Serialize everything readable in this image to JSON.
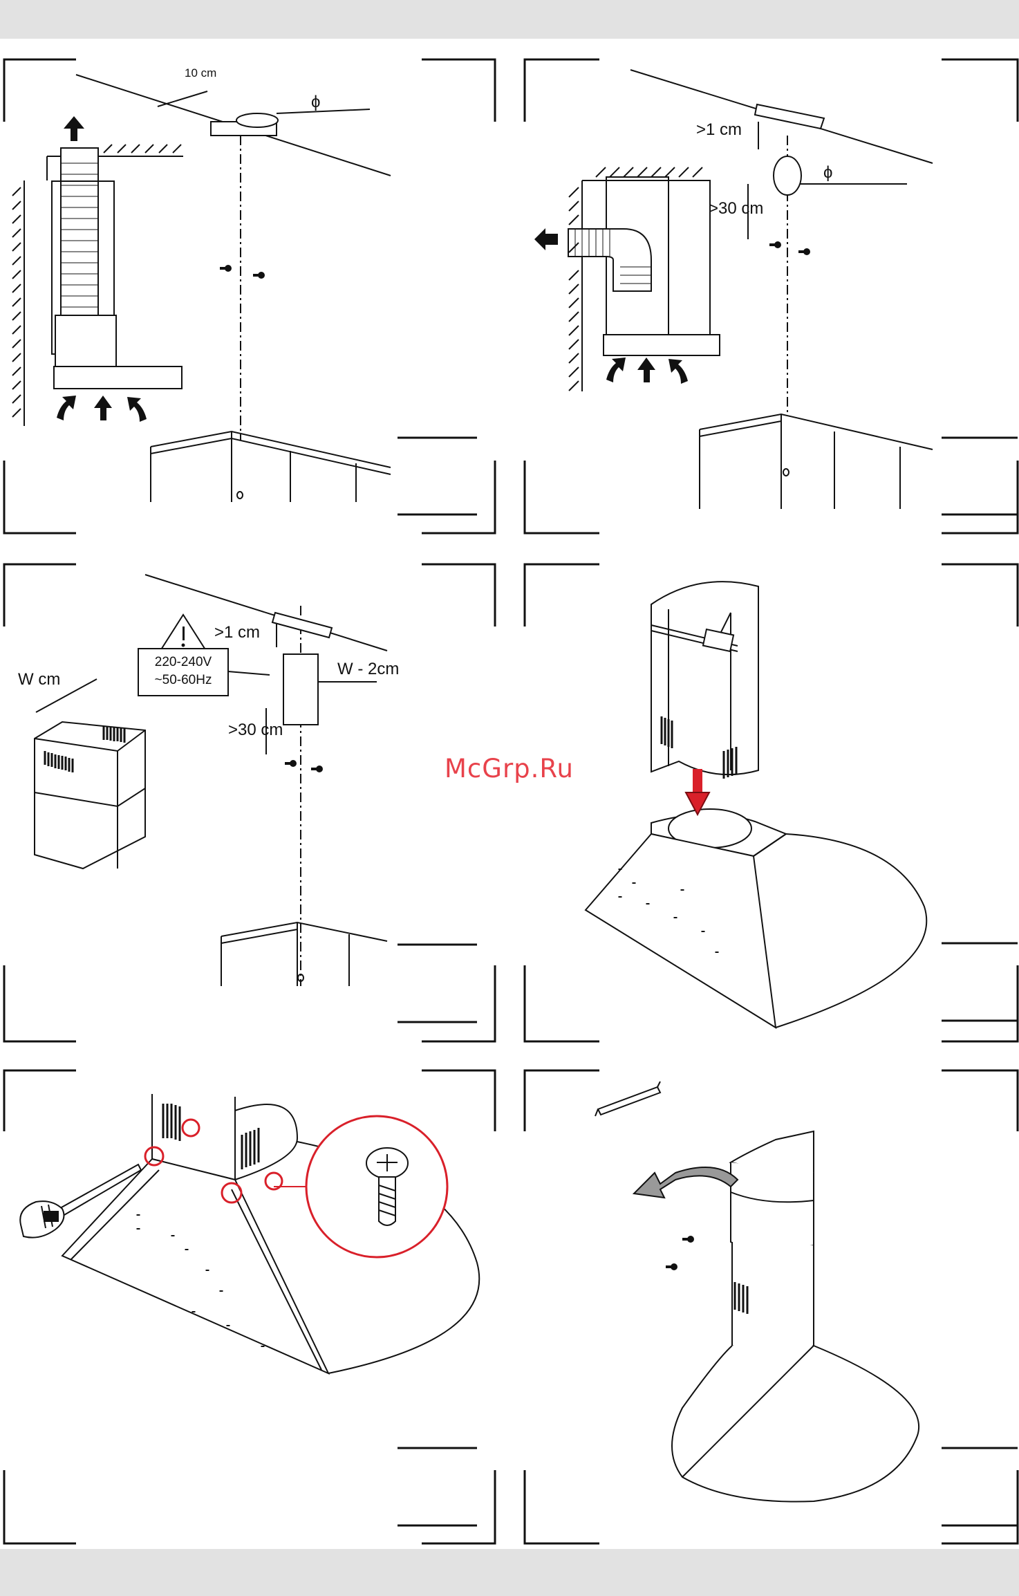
{
  "watermark": "McGrp.Ru",
  "panel1": {
    "label_10cm": "10 cm",
    "label_phi": "ϕ"
  },
  "panel2": {
    "label_1cm": ">1 cm",
    "label_30cm": ">30 cm",
    "label_phi": "ϕ"
  },
  "panel3": {
    "label_wcm": "W cm",
    "label_1cm": ">1 cm",
    "label_w2cm": "W - 2cm",
    "label_30cm": ">30 cm",
    "voltage": "220-240V",
    "frequency": "~50-60Hz"
  },
  "icons": [
    "arrow-icon",
    "screw-icon",
    "warning-icon",
    "screwdriver-icon",
    "hand-icon"
  ],
  "colors": {
    "band": "#e2e2e2",
    "line": "#111111",
    "accent": "#e8424b",
    "highlight": "#d9202a"
  }
}
